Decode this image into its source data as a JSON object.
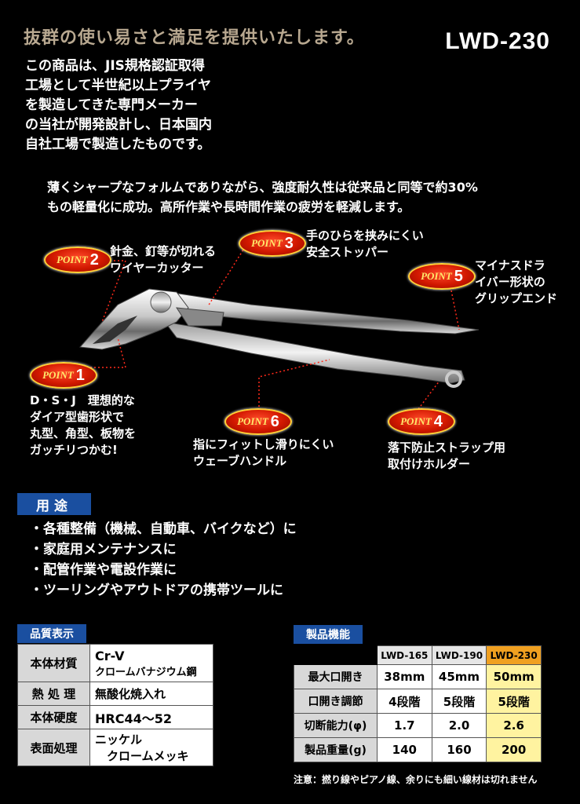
{
  "headline": "抜群の使い易さと満足を提供いたします。",
  "model": "LWD-230",
  "intro": [
    "この商品は、JIS規格認証取得",
    "工場として半世紀以上プライヤ",
    "を製造してきた専門メーカー",
    "の当社が開発設計し、日本国内",
    "自社工場で製造したものです。"
  ],
  "lead": [
    "薄くシャープなフォルムでありながら、強度耐久性は従来品と同等で約30%",
    "もの軽量化に成功。高所作業や長時間作業の疲労を軽減します。"
  ],
  "badge_word": "POINT",
  "points": [
    {
      "num": "1",
      "lines": [
        "D・S・J　理想的な",
        "ダイア型歯形状で",
        "丸型、角型、板物を",
        "ガッチリつかむ!"
      ]
    },
    {
      "num": "2",
      "lines": [
        "針金、釘等が切れる",
        "ワイヤーカッター"
      ]
    },
    {
      "num": "3",
      "lines": [
        "手のひらを挟みにくい",
        "安全ストッパー"
      ]
    },
    {
      "num": "4",
      "lines": [
        "落下防止ストラップ用",
        "取付けホルダー"
      ]
    },
    {
      "num": "5",
      "lines": [
        "マイナスドラ",
        "イバー形状の",
        "グリップエンド"
      ]
    },
    {
      "num": "6",
      "lines": [
        "指にフィットし滑りにくい",
        "ウェーブハンドル"
      ]
    }
  ],
  "usage": {
    "label": "用途",
    "items": [
      "・各種整備（機械、自動車、バイクなど）に",
      "・家庭用メンテナンスに",
      "・配管作業や電設作業に",
      "・ツーリングやアウトドアの携帯ツールに"
    ]
  },
  "quality": {
    "label": "品質表示",
    "rows": [
      {
        "k": "本体材質",
        "v": [
          "Cr-V",
          "クロームバナジウム鋼"
        ]
      },
      {
        "k": "熱 処 理",
        "v": [
          "無酸化焼入れ"
        ]
      },
      {
        "k": "本体硬度",
        "v": [
          "HRC44～52"
        ]
      },
      {
        "k": "表面処理",
        "v": [
          "ニッケル",
          "　クロームメッキ"
        ]
      }
    ]
  },
  "spec": {
    "label": "製品機能",
    "cols": [
      "LWD-165",
      "LWD-190",
      "LWD-230"
    ],
    "rows": [
      {
        "k": "最大口開き",
        "v": [
          "38mm",
          "45mm",
          "50mm"
        ]
      },
      {
        "k": "口開き調節",
        "v": [
          "4段階",
          "5段階",
          "5段階"
        ]
      },
      {
        "k": "切断能力(φ)",
        "v": [
          "1.7",
          "2.0",
          "2.6"
        ]
      },
      {
        "k": "製品重量(g)",
        "v": [
          "140",
          "160",
          "200"
        ]
      }
    ],
    "note": "注意：撚り線やピアノ線、余りにも細い線材は切れません"
  },
  "colors": {
    "badge": "#d11800",
    "label_bg": "#1a4fa0",
    "highlight": "#f0a020",
    "headline": "#b8a890"
  }
}
